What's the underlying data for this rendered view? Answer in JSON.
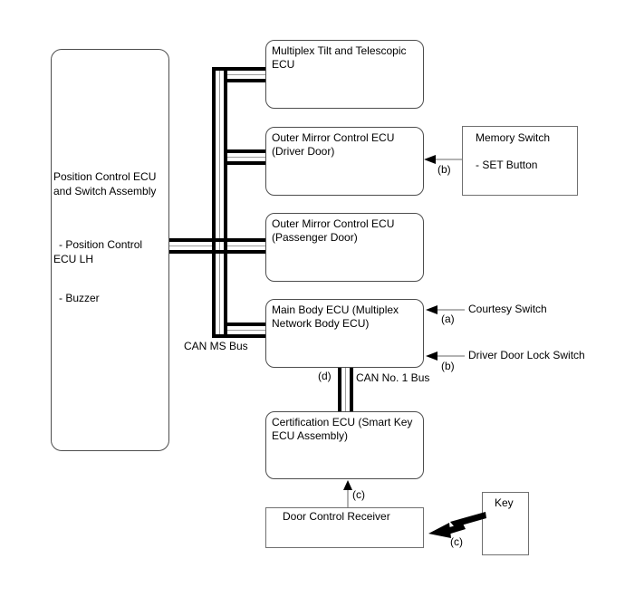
{
  "colors": {
    "background": "#ffffff",
    "bus_line": "#000000",
    "bus_core": "#9e9e9e",
    "arrow_line": "#b3b3b3",
    "arrow_head": "#000000",
    "box_border": "#4d4d4d",
    "text": "#000000"
  },
  "left_assembly": {
    "title": "Position Control ECU and Switch Assembly",
    "items": [
      "- Position Control ECU LH",
      "- Buzzer"
    ]
  },
  "boxes": {
    "multiplex_tilt": "Multiplex Tilt and Telescopic ECU",
    "outer_mirror_driver": "Outer Mirror Control ECU (Driver Door)",
    "outer_mirror_passenger": "Outer Mirror Control ECU (Passenger Door)",
    "main_body": "Main Body ECU (Multiplex Network Body ECU)",
    "certification": "Certification ECU (Smart Key ECU Assembly)",
    "door_control_receiver": "Door Control Receiver",
    "memory_switch_title": "Memory Switch",
    "memory_switch_item": "- SET Button",
    "key": "Key"
  },
  "bus_labels": {
    "can_ms": "CAN MS Bus",
    "can_no1": "CAN No. 1 Bus"
  },
  "external_inputs": {
    "courtesy_switch": "Courtesy Switch",
    "driver_door_lock_switch": "Driver Door Lock Switch"
  },
  "annotations": {
    "a": "(a)",
    "b_set": "(b)",
    "b_lock": "(b)",
    "c_receiver": "(c)",
    "c_wireless": "(c)",
    "d": "(d)"
  },
  "icons": {
    "wireless": "lightning-bolt-icon"
  }
}
